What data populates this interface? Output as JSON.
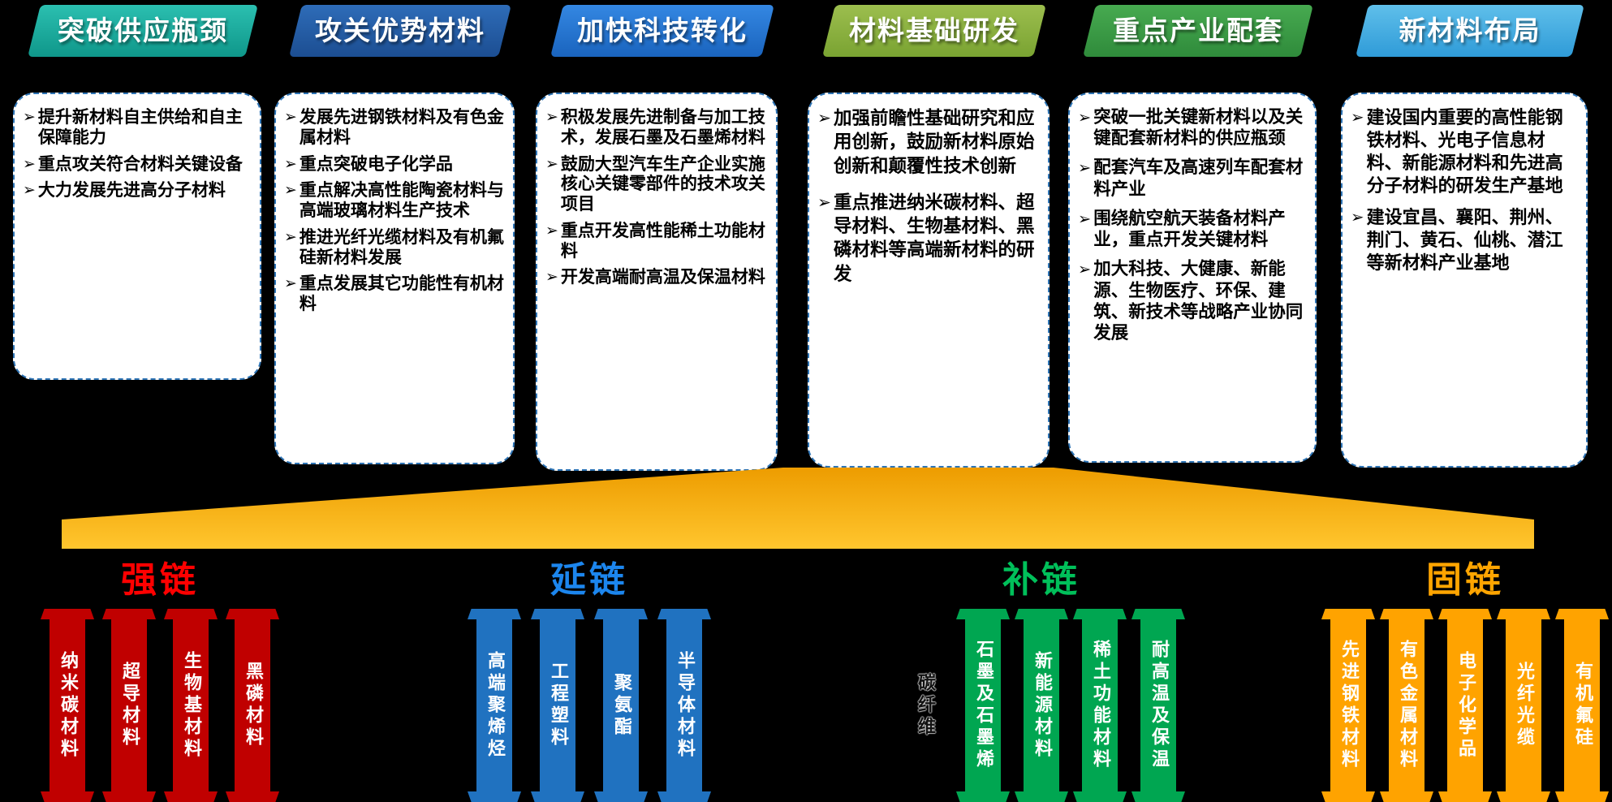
{
  "bullet_glyph": "➢",
  "columns": [
    {
      "banner": "突破供应瓶颈",
      "colors": [
        "#2BBFB0",
        "#0F978A"
      ],
      "items": [
        "提升新材料自主供给和自主保障能力",
        "重点攻关符合材料关键设备",
        "大力发展先进高分子材料"
      ]
    },
    {
      "banner": "攻关优势材料",
      "colors": [
        "#2E6CB8",
        "#1C4E92"
      ],
      "items": [
        "发展先进钢铁材料及有色金属材料",
        "重点突破电子化学品",
        "重点解决高性能陶瓷材料与高端玻璃材料生产技术",
        "推进光纤光缆材料及有机氟硅新材料发展",
        "重点发展其它功能性有机材料"
      ]
    },
    {
      "banner": "加快科技转化",
      "colors": [
        "#3487E2",
        "#1A64BE"
      ],
      "items": [
        "积极发展先进制备与加工技术，发展石墨及石墨烯材料",
        "鼓励大型汽车生产企业实施核心关键零部件的技术攻关项目",
        "重点开发高性能稀土功能材料",
        "开发高端耐高温及保温材料"
      ]
    },
    {
      "banner": "材料基础研发",
      "colors": [
        "#9CBE4E",
        "#7AA332"
      ],
      "items": [
        "加强前瞻性基础研究和应用创新，鼓励新材料原始创新和颠覆性技术创新",
        "重点推进纳米碳材料、超导材料、生物基材料、黑磷材料等高端新材料的研发"
      ]
    },
    {
      "banner": "重点产业配套",
      "colors": [
        "#47AA50",
        "#2F8B3B"
      ],
      "items": [
        "突破一批关键新材料以及关键配套新材料的供应瓶颈",
        "配套汽车及高速列车配套材料产业",
        "围绕航空航天装备材料产业，重点开发关键材料",
        "加大科技、大健康、新能源、生物医疗、环保、建筑、新技术等战略产业协同发展"
      ]
    },
    {
      "banner": "新材料布局",
      "colors": [
        "#5FBFEA",
        "#2F9BD8"
      ],
      "items": [
        "建设国内重要的高性能钢铁材料、光电子信息材料、新能源材料和先进高分子材料的研发生产基地",
        "建设宜昌、襄阳、荆州、荆门、黄石、仙桃、潜江等新材料产业基地"
      ]
    }
  ],
  "funnel_colors": [
    "#ED9C00",
    "#FFC62E"
  ],
  "chains": [
    {
      "title": "强链",
      "title_color": "#FF0000",
      "pillar_color": "#C00000",
      "pillars": [
        "纳米碳材料",
        "超导材料",
        "生物基材料",
        "黑磷材料"
      ]
    },
    {
      "title": "延链",
      "title_color": "#1C86EE",
      "pillar_color": "#2072C0",
      "pillars": [
        "高端聚烯烃",
        "工程塑料",
        "聚氨酯",
        "半导体材料"
      ]
    },
    {
      "title": "补链",
      "title_color": "#00C05A",
      "pillar_color": "#00A651",
      "pillars": [
        "碳纤维",
        "石墨及石墨烯",
        "新能源材料",
        "稀土功能材料",
        "耐高温及保温"
      ],
      "dark_pillars": [
        0
      ]
    },
    {
      "title": "固链",
      "title_color": "#FFA500",
      "pillar_color": "#FFA300",
      "pillars": [
        "先进钢铁材料",
        "有色金属材料",
        "电子化学品",
        "光纤光缆",
        "有机氟硅"
      ]
    }
  ]
}
